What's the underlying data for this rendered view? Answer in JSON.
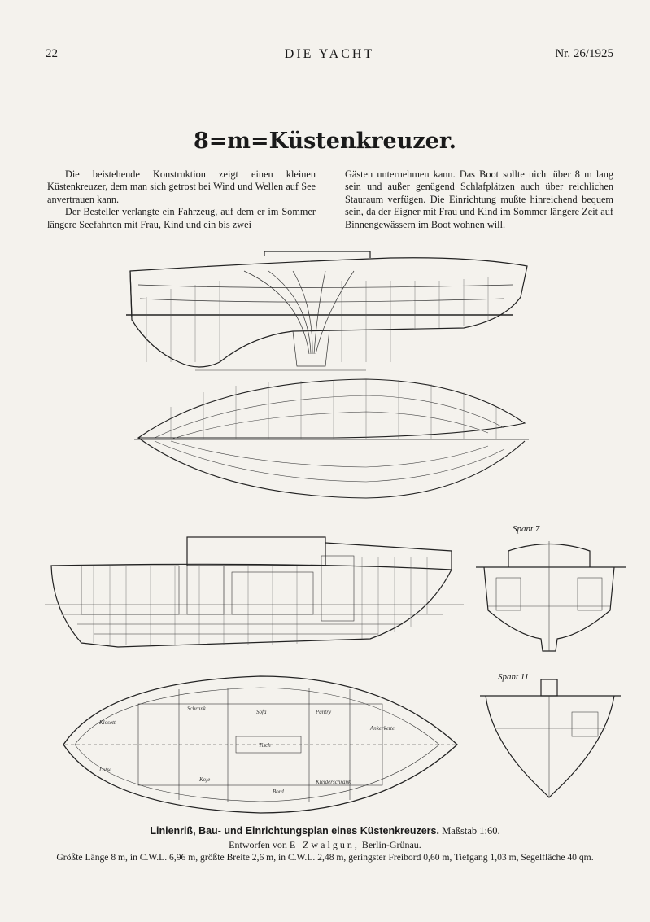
{
  "header": {
    "page_number": "22",
    "magazine_title": "DIE YACHT",
    "issue": "Nr. 26/1925"
  },
  "article": {
    "title": "8=m=Küstenkreuzer.",
    "left_column": [
      "Die beistehende Konstruktion zeigt einen kleinen Küstenkreuzer, dem man sich getrost bei Wind und Wellen auf See anvertrauen kann.",
      "Der Besteller verlangte ein Fahrzeug, auf dem er im Sommer längere Seefahrten mit Frau, Kind und ein bis zwei"
    ],
    "right_column": [
      "Gästen unternehmen kann. Das Boot sollte nicht über 8 m lang sein und außer genügend Schlafplätzen auch über reichlichen Stauraum verfügen. Die Einrichtung mußte hinreichend bequem sein, da der Eigner mit Frau und Kind im Sommer längere Zeit auf Binnengewässern im Boot wohnen will."
    ]
  },
  "drawings": {
    "section_label_1": "Spant 7",
    "section_label_2": "Spant 11",
    "plan_labels": [
      "Klosett",
      "Lotse",
      "Schrank",
      "Sofa",
      "Tisch",
      "Koje",
      "Bord",
      "Kleiderschrank",
      "Pantry",
      "Ankerkette"
    ]
  },
  "caption": {
    "line1_bold": "Linienriß, Bau- und Einrichtungsplan eines Küstenkreuzers.",
    "line1_scale": "Maßstab 1:60.",
    "line2_prefix": "Entworfen von",
    "line2_designer": "E Zwalgun,",
    "line2_location": "Berlin-Grünau.",
    "line3": "Größte Länge 8 m, in C.W.L. 6,96 m, größte Breite 2,6 m, in C.W.L. 2,48 m, geringster Freibord 0,60 m, Tiefgang 1,03 m, Segelfläche 40 qm."
  }
}
